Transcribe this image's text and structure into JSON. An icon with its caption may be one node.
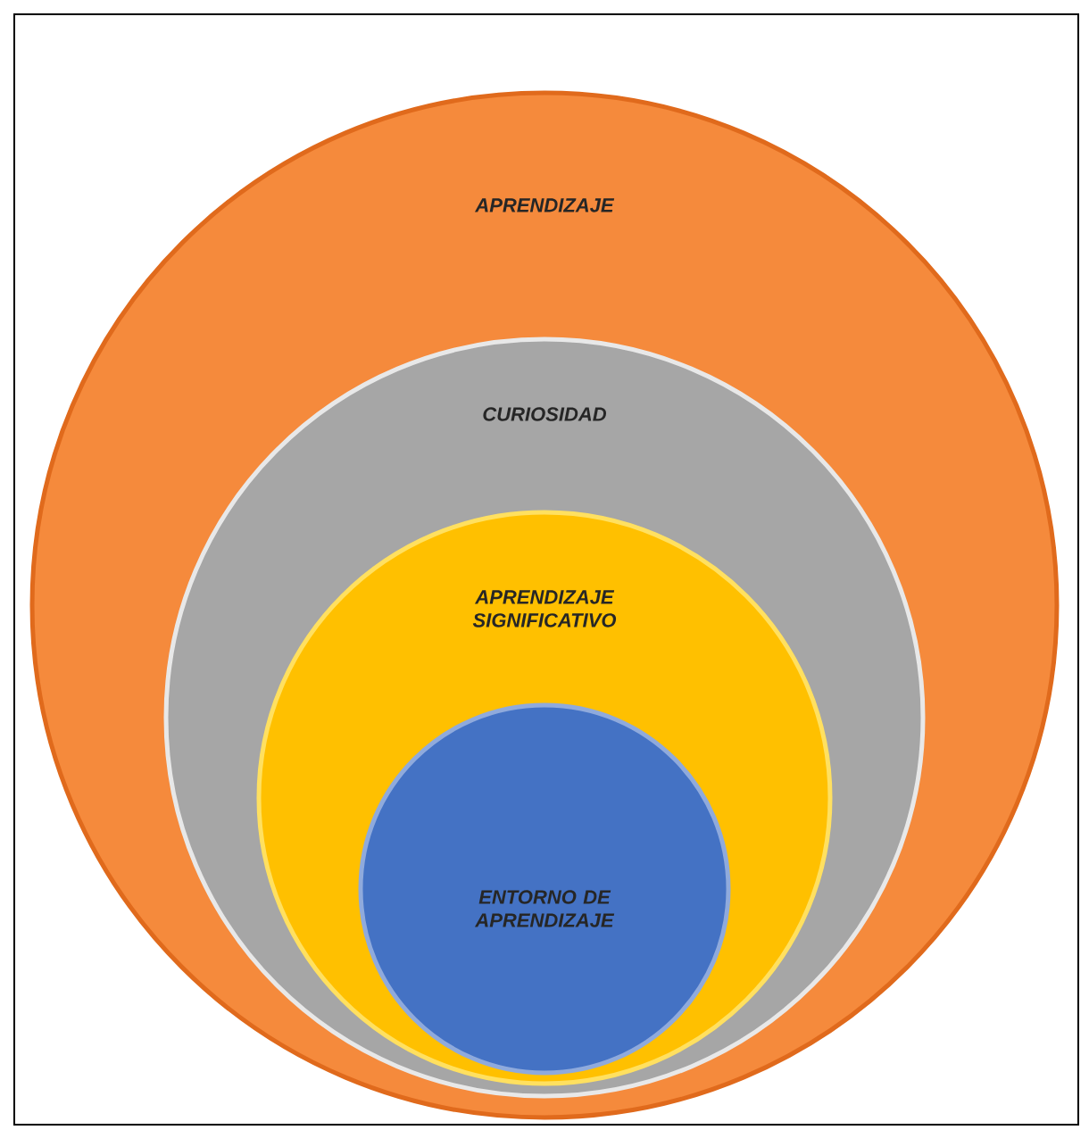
{
  "diagram": {
    "nodes": [
      {
        "text": [
          "APRENDIZAJE"
        ]
      },
      {
        "text": [
          "CURIOSIDAD"
        ],
        "in": 0
      },
      {
        "text": [
          "APRENDIZAJE SIGNIFICATIVO"
        ],
        "in": 1
      },
      {
        "text": [
          "ENTORNO DE APRENDIZAJE"
        ],
        "in": 2
      }
    ]
  }
}
